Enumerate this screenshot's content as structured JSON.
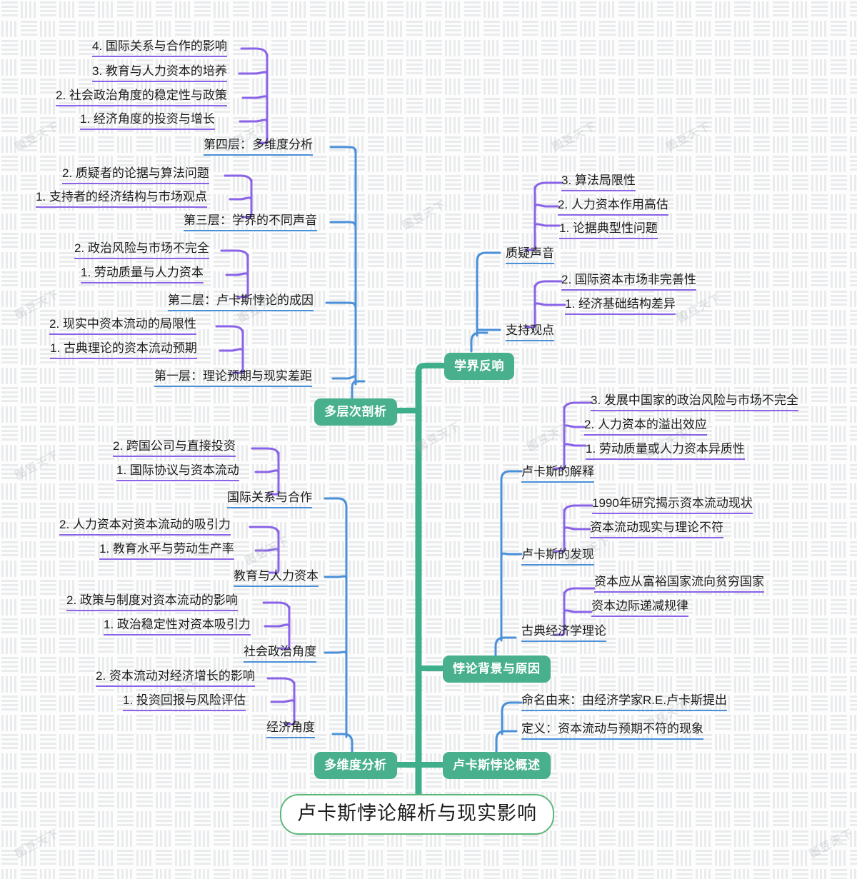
{
  "theme": {
    "root_border": "#5cb87a",
    "level1_fill": "#48b08c",
    "level2_underline": "#4a90d9",
    "level3_underline": "#8a63e8",
    "trunk": "#3fae8b",
    "background": "#fdfdfd"
  },
  "watermark": "图豆天下",
  "root": {
    "label": "卢卡斯悖论解析与现实影响"
  },
  "branches": {
    "duocengci": {
      "label": "多层次剖析"
    },
    "xuejie": {
      "label": "学界反响"
    },
    "beilun": {
      "label": "悖论背景与原因"
    },
    "duoweidu": {
      "label": "多维度分析"
    },
    "gaishu": {
      "label": "卢卡斯悖论概述"
    }
  },
  "level2": {
    "di_si_ceng": "第四层：多维度分析",
    "di_san_ceng": "第三层：学界的不同声音",
    "di_er_ceng": "第二层：卢卡斯悖论的成因",
    "di_yi_ceng": "第一层：理论预期与现实差距",
    "zhiyi_shengyin": "质疑声音",
    "zhichi_guandian": "支持观点",
    "lukasi_jieshi": "卢卡斯的解释",
    "lukasi_faxian": "卢卡斯的发现",
    "gudian_jingjixue": "古典经济学理论",
    "mingming_youlai": "命名由来：由经济学家R.E.卢卡斯提出",
    "dingyi": "定义：资本流动与预期不符的现象",
    "guoji_guanxi": "国际关系与合作",
    "jiaoyu_renli": "教育与人力资本",
    "shehui_zhengzhi": "社会政治角度",
    "jingji_jiaodu": "经济角度"
  },
  "level3": {
    "di_si_ceng_items": [
      "4. 国际关系与合作的影响",
      "3. 教育与人力资本的培养",
      "2. 社会政治角度的稳定性与政策",
      "1. 经济角度的投资与增长"
    ],
    "di_san_ceng_items": [
      "2. 质疑者的论据与算法问题",
      "1. 支持者的经济结构与市场观点"
    ],
    "di_er_ceng_items": [
      "2. 政治风险与市场不完全",
      "1. 劳动质量与人力资本"
    ],
    "di_yi_ceng_items": [
      "2. 现实中资本流动的局限性",
      "1. 古典理论的资本流动预期"
    ],
    "zhiyi_items": [
      "3. 算法局限性",
      "2. 人力资本作用高估",
      "1. 论据典型性问题"
    ],
    "zhichi_items": [
      "2. 国际资本市场非完善性",
      "1. 经济基础结构差异"
    ],
    "jieshi_items": [
      "3. 发展中国家的政治风险与市场不完全",
      "2. 人力资本的溢出效应",
      "1. 劳动质量或人力资本异质性"
    ],
    "faxian_items": [
      "1990年研究揭示资本流动现状",
      "资本流动现实与理论不符"
    ],
    "gudian_items": [
      "资本应从富裕国家流向贫穷国家",
      "资本边际递减规律"
    ],
    "guoji_items": [
      "2. 跨国公司与直接投资",
      "1. 国际协议与资本流动"
    ],
    "jiaoyu_items": [
      "2. 人力资本对资本流动的吸引力",
      "1. 教育水平与劳动生产率"
    ],
    "shehui_items": [
      "2. 政策与制度对资本流动的影响",
      "1. 政治稳定性对资本吸引力"
    ],
    "jingji_items": [
      "2. 资本流动对经济增长的影响",
      "1. 投资回报与风险评估"
    ]
  }
}
